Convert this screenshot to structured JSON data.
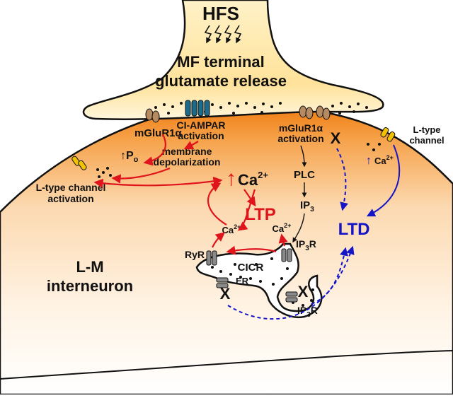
{
  "header": {
    "hfs": "HFS",
    "mf_line1": "MF terminal",
    "mf_line2": "glutamate release"
  },
  "synapse": {
    "mglur_left": "mGluR1α",
    "ci_ampar_line1": "CI-AMPAR",
    "ci_ampar_line2": "activation",
    "membrane_line1": "membrane",
    "membrane_line2": "depolarization",
    "mglur_right_line1": "mGluR1α",
    "mglur_right_line2": "activation",
    "x_mark": "X"
  },
  "left_branch": {
    "po_arrow": "↑",
    "po": "P",
    "po_sub": "o",
    "ltype_line1": "L-type channel",
    "ltype_line2": "activation"
  },
  "center": {
    "ca_up": "↑",
    "ca": "Ca",
    "ca_sup": "2+",
    "ltp": "LTP",
    "ltd": "LTD"
  },
  "right_branch": {
    "ltype_line1": "L-type",
    "ltype_line2": "channel",
    "ca_up": "↑",
    "ca": "Ca",
    "ca_sup": "2+",
    "plc": "PLC",
    "ip": "IP",
    "ip_sub": "3"
  },
  "er": {
    "ca_left": "Ca",
    "ca_left_sup": "2+",
    "ca_right": "Ca",
    "ca_right_sup": "2+",
    "ryr": "RyR",
    "cicr": "CICR",
    "ip3r_top": "IP",
    "ip3r_top_sub": "3",
    "ip3r_top_r": "R",
    "er_label": "ER",
    "ip3r_bottom": "IP",
    "ip3r_bottom_sub": "3",
    "ip3r_bottom_r": "R",
    "x_left": "X",
    "x_right": "X"
  },
  "cell": {
    "name_line1": "L-M",
    "name_line2": "interneuron"
  },
  "colors": {
    "ltp_path": "#e0141b",
    "ltd_path": "#1515c8",
    "terminal_fill": "#ffe9a6",
    "cell_fill_top": "#f07d10",
    "cell_fill_bottom": "#fff6ec",
    "ampar": "#1b6c8c",
    "mglur": "#b68b62",
    "ltype": "#f2c200",
    "ryr": "#8a8a8a"
  }
}
